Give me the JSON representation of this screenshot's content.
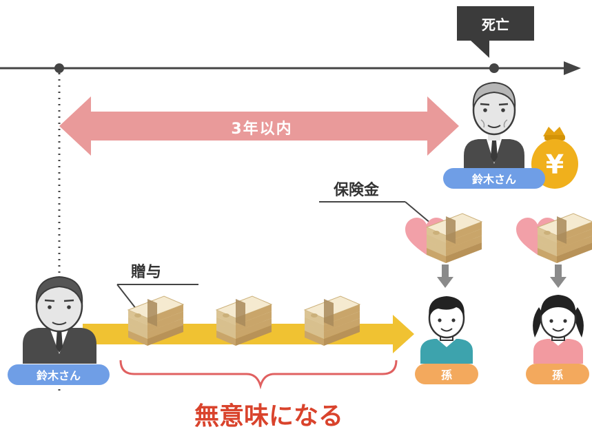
{
  "timeline": {
    "death_label": "死亡",
    "period_label": "3年以内"
  },
  "people": {
    "grandfather_top_name": "鈴木さん",
    "grandfather_left_name": "鈴木さん",
    "grandson_name": "孫",
    "granddaughter_name": "孫"
  },
  "labels": {
    "gift": "贈与",
    "insurance": "保険金",
    "yen_symbol": "¥",
    "result": "無意味になる"
  },
  "colors": {
    "timeline": "#444444",
    "period_arrow": "#e99a9a",
    "gift_arrow": "#f0c232",
    "money_bag": "#f0b01c",
    "heart": "#f2a0a8",
    "brace": "#e06060",
    "result_text": "#d9432c",
    "name_pill": "#6f9ee6",
    "grandchild_pill": "#f3a95d"
  },
  "icons": [
    "grandfather-icon",
    "money-bag-icon",
    "heart-icon",
    "banknote-stack-icon",
    "down-arrow-icon",
    "grandson-icon",
    "granddaughter-icon"
  ]
}
